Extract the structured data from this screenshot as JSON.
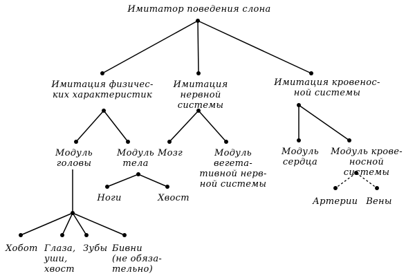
{
  "nodes": {
    "root": "Имитатор поведения слона",
    "physical": "Имитация физичес-\nких характеристик",
    "nervous": "Имитация нервной\nсистемы",
    "blood": "Имитация кровенос-\nной системы",
    "head_module": "Модуль\nголовы",
    "body_module": "Модуль\nтела",
    "brain": "Мозг",
    "vegetative": "Модуль вегета-\nтивной нерв-\nной системы",
    "heart": "Модуль\nсердца",
    "blood_module": "Модуль крове-\nносной системы",
    "legs": "Ноги",
    "tail_body": "Хвост",
    "arteries": "Артерии",
    "veins": "Вены",
    "trunk": "Хобот",
    "eyes_ears": "Глаза,\nуши,\nхвост",
    "teeth": "Зубы",
    "tusks": "Бивни\n(не обяза-\nтельно)"
  }
}
